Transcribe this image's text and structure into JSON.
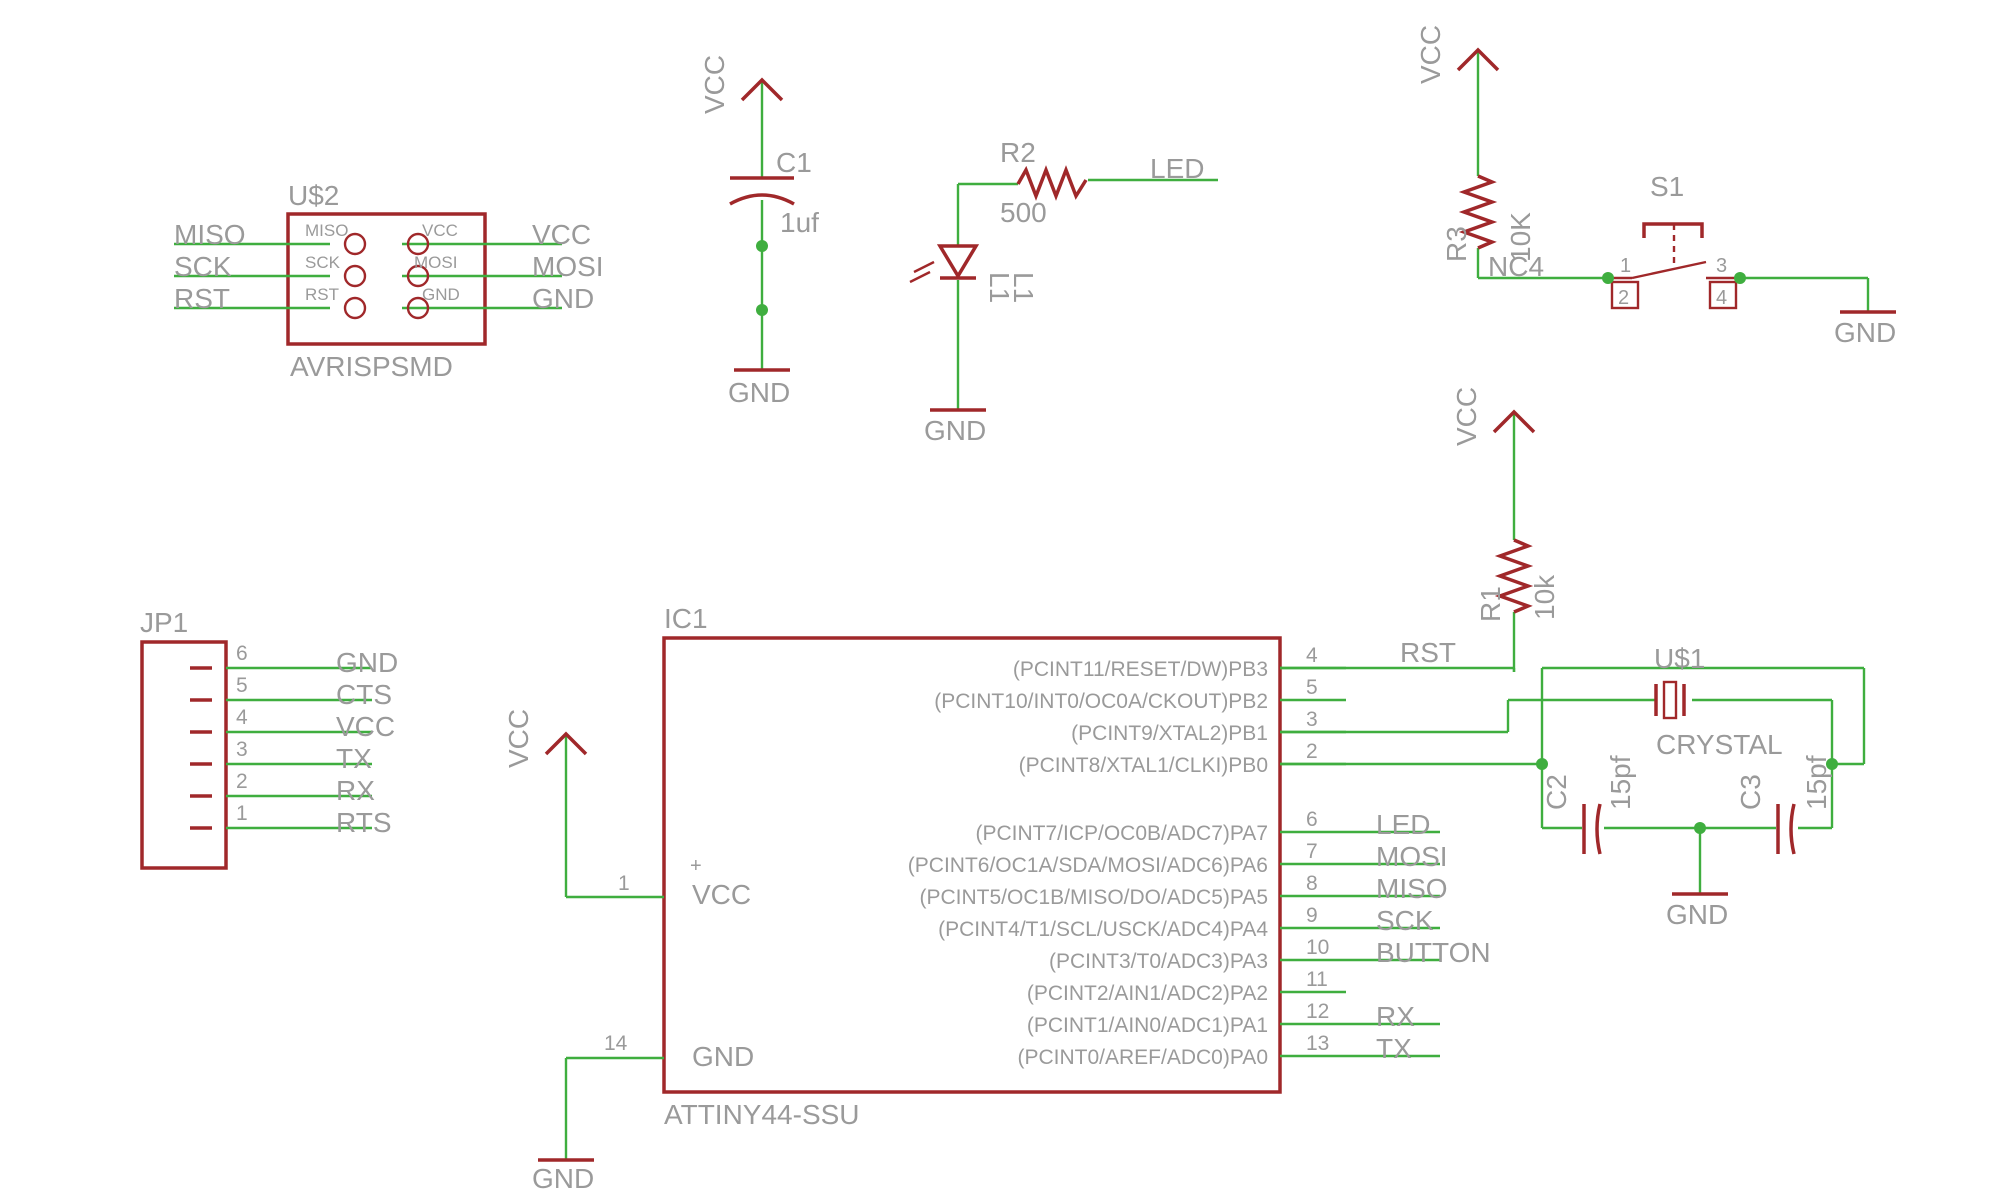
{
  "power": {
    "vcc": "VCC",
    "gnd": "GND"
  },
  "u2": {
    "name": "U$2",
    "value": "AVRISPSMD",
    "left_nets": [
      "MISO",
      "SCK",
      "RST"
    ],
    "right_nets": [
      "VCC",
      "MOSI",
      "GND"
    ],
    "left_pins": [
      "MISO",
      "SCK",
      "RST"
    ],
    "right_pins": [
      "VCC",
      "MOSI",
      "GND"
    ]
  },
  "c1": {
    "name": "C1",
    "value": "1uf"
  },
  "r2": {
    "name": "R2",
    "value": "500",
    "net": "LED"
  },
  "l1": {
    "name": "L1",
    "name2": "L1"
  },
  "r3": {
    "name": "R3",
    "value": "10K",
    "net": "NC4"
  },
  "s1": {
    "name": "S1",
    "pins": [
      "1",
      "2",
      "3",
      "4"
    ]
  },
  "r1": {
    "name": "R1",
    "value": "10k"
  },
  "jp1": {
    "name": "JP1",
    "pin_numbers": [
      "6",
      "5",
      "4",
      "3",
      "2",
      "1"
    ],
    "nets": [
      "GND",
      "CTS",
      "VCC",
      "TX",
      "RX",
      "RTS"
    ]
  },
  "ic1": {
    "name": "IC1",
    "value": "ATTINY44-SSU",
    "vcc_label": "VCC",
    "gnd_label": "GND",
    "vcc_pin": "1",
    "gnd_pin": "14",
    "port_b": [
      {
        "label": "(PCINT11/RESET/DW)PB3",
        "pin": "4",
        "net": "RST"
      },
      {
        "label": "(PCINT10/INT0/OC0A/CKOUT)PB2",
        "pin": "5",
        "net": ""
      },
      {
        "label": "(PCINT9/XTAL2)PB1",
        "pin": "3",
        "net": ""
      },
      {
        "label": "(PCINT8/XTAL1/CLKI)PB0",
        "pin": "2",
        "net": ""
      }
    ],
    "port_a": [
      {
        "label": "(PCINT7/ICP/OC0B/ADC7)PA7",
        "pin": "6",
        "net": "LED"
      },
      {
        "label": "(PCINT6/OC1A/SDA/MOSI/ADC6)PA6",
        "pin": "7",
        "net": "MOSI"
      },
      {
        "label": "(PCINT5/OC1B/MISO/DO/ADC5)PA5",
        "pin": "8",
        "net": "MISO"
      },
      {
        "label": "(PCINT4/T1/SCL/USCK/ADC4)PA4",
        "pin": "9",
        "net": "SCK"
      },
      {
        "label": "(PCINT3/T0/ADC3)PA3",
        "pin": "10",
        "net": "BUTTON"
      },
      {
        "label": "(PCINT2/AIN1/ADC2)PA2",
        "pin": "11",
        "net": ""
      },
      {
        "label": "(PCINT1/AIN0/ADC1)PA1",
        "pin": "12",
        "net": "RX"
      },
      {
        "label": "(PCINT0/AREF/ADC0)PA0",
        "pin": "13",
        "net": "TX"
      }
    ]
  },
  "u1": {
    "name": "U$1",
    "value": "CRYSTAL"
  },
  "c2": {
    "name": "C2",
    "value": "15pf"
  },
  "c3": {
    "name": "C3",
    "value": "15pf"
  }
}
